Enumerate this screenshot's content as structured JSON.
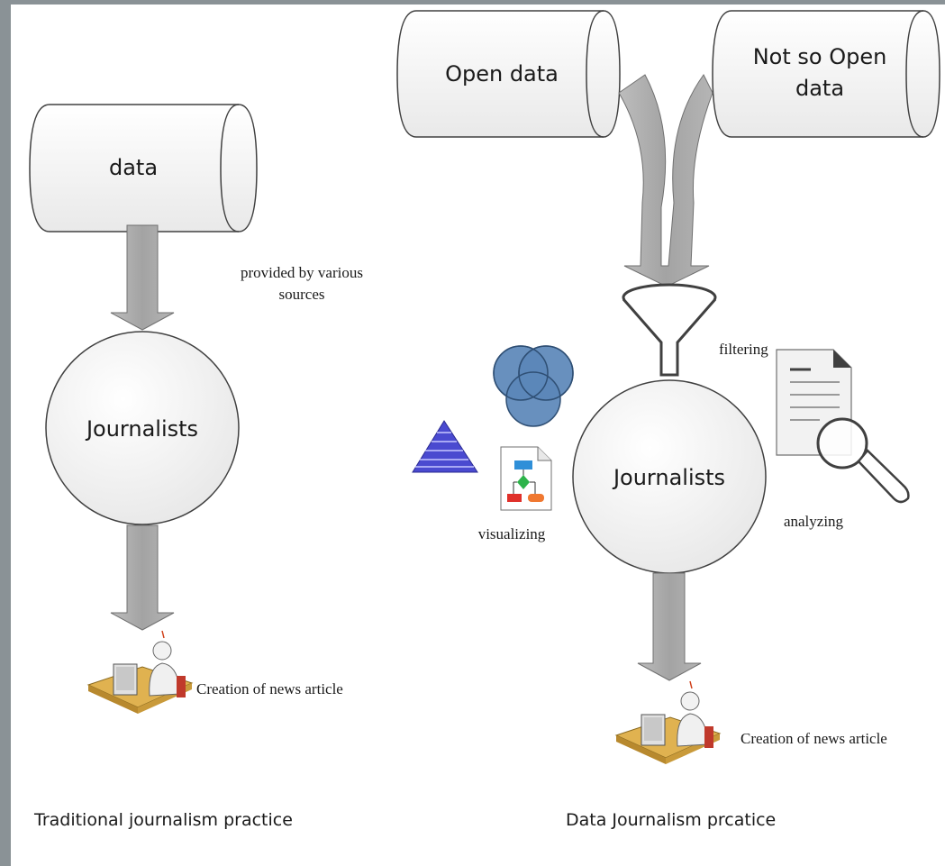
{
  "traditional": {
    "source_label": "data",
    "flow_note_line1": "provided by various",
    "flow_note_line2": "sources",
    "actor_label": "Journalists",
    "output_label": "Creation of news article",
    "caption": "Traditional journalism practice"
  },
  "data_journalism": {
    "source1_label": "Open data",
    "source2_line1": "Not so Open",
    "source2_line2": "data",
    "actor_label": "Journalists",
    "filtering_label": "filtering",
    "analyzing_label": "analyzing",
    "visualizing_label": "visualizing",
    "output_label": "Creation of news article",
    "caption": "Data Journalism prcatice"
  },
  "colors": {
    "page_border": "#8a9296",
    "arrow_fill": "#a6a6a6",
    "shape_stroke": "#404040",
    "venn_fill": "#5b87b9",
    "pyramid_fill": "#4a4ad0",
    "desk_fill": "#e0b250"
  }
}
